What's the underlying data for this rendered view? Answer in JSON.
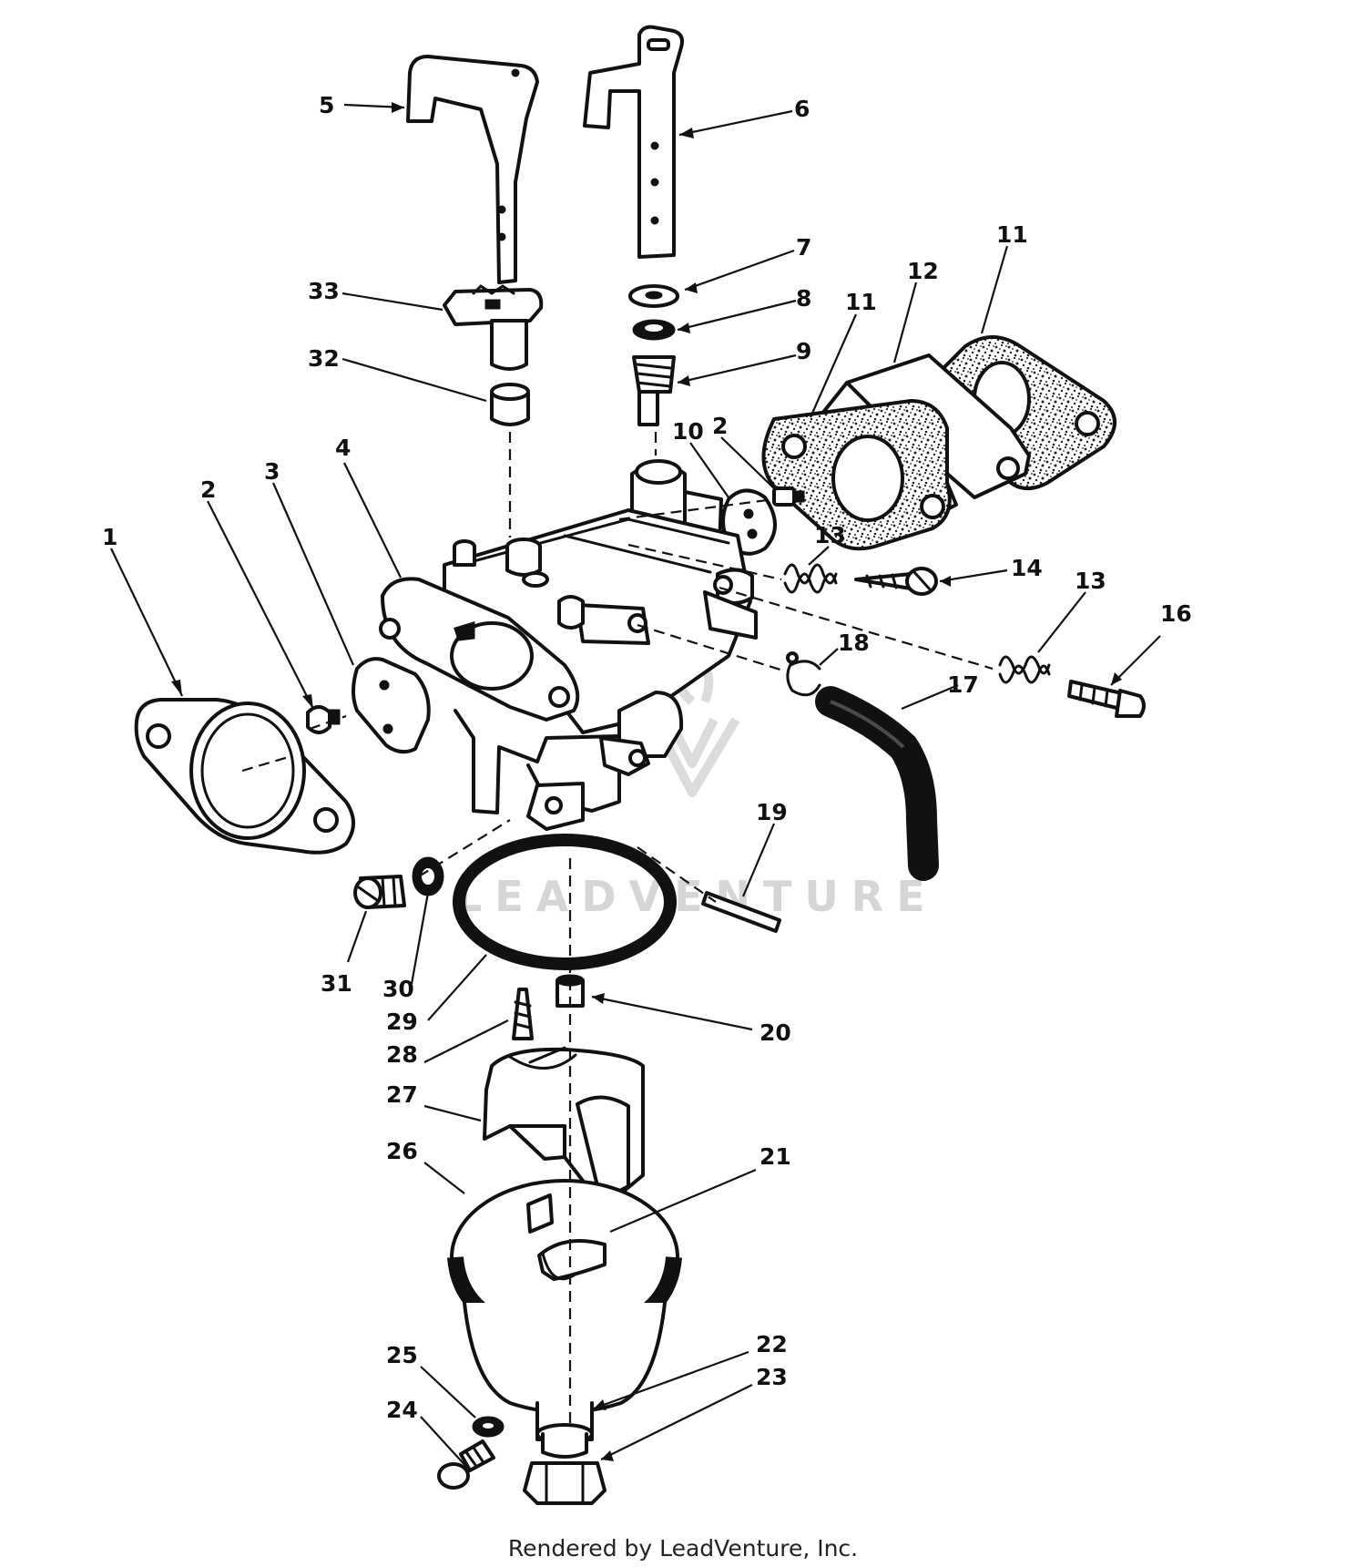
{
  "diagram": {
    "watermark": "LEADVENTURE",
    "callouts": {
      "c1": "1",
      "c2a": "2",
      "c2b": "2",
      "c3": "3",
      "c4": "4",
      "c5": "5",
      "c6": "6",
      "c7": "7",
      "c8": "8",
      "c9": "9",
      "c10": "10",
      "c11a": "11",
      "c11b": "11",
      "c12": "12",
      "c13a": "13",
      "c13b": "13",
      "c14": "14",
      "c16": "16",
      "c17": "17",
      "c18": "18",
      "c19": "19",
      "c20": "20",
      "c21": "21",
      "c22": "22",
      "c23": "23",
      "c24": "24",
      "c25": "25",
      "c26": "26",
      "c27": "27",
      "c28": "28",
      "c29": "29",
      "c30": "30",
      "c31": "31",
      "c32": "32",
      "c33": "33"
    }
  },
  "footer": {
    "rendered_by": "Rendered by LeadVenture, Inc."
  }
}
